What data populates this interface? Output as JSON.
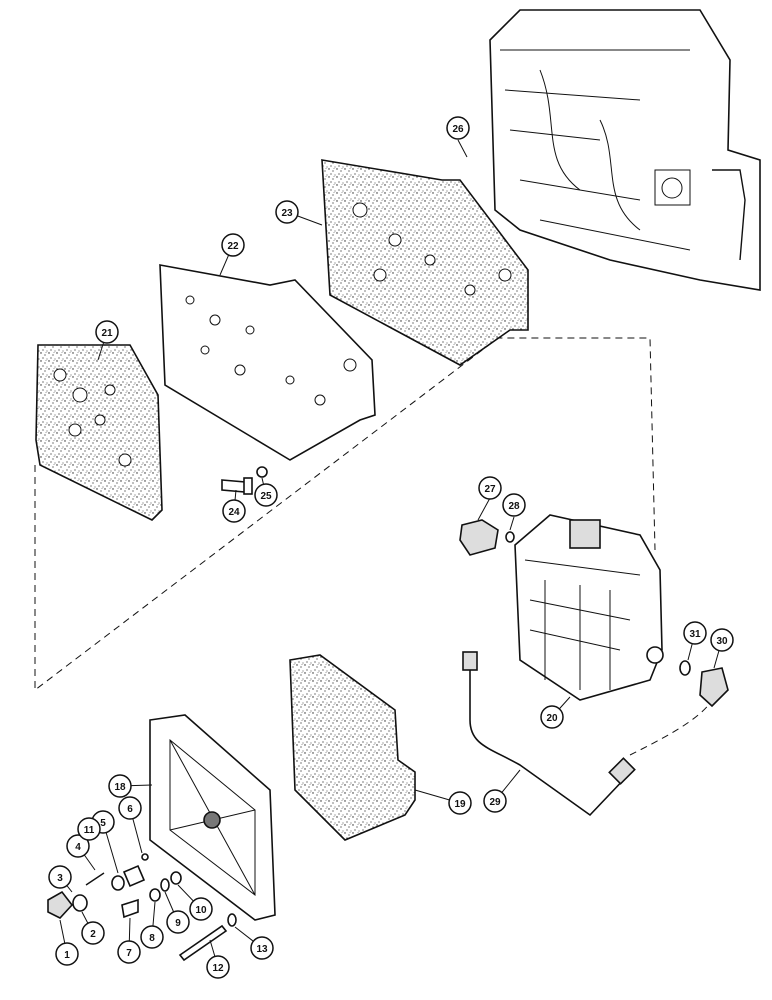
{
  "diagram": {
    "type": "exploded-parts-view",
    "callouts": [
      {
        "id": "c1",
        "label": "1"
      },
      {
        "id": "c2",
        "label": "2"
      },
      {
        "id": "c3",
        "label": "3"
      },
      {
        "id": "c4",
        "label": "4"
      },
      {
        "id": "c5",
        "label": "5"
      },
      {
        "id": "c6",
        "label": "6"
      },
      {
        "id": "c7",
        "label": "7"
      },
      {
        "id": "c8",
        "label": "8"
      },
      {
        "id": "c9",
        "label": "9"
      },
      {
        "id": "c10",
        "label": "10"
      },
      {
        "id": "c11",
        "label": "11"
      },
      {
        "id": "c12",
        "label": "12"
      },
      {
        "id": "c13",
        "label": "13"
      },
      {
        "id": "c18",
        "label": "18"
      },
      {
        "id": "c19",
        "label": "19"
      },
      {
        "id": "c20",
        "label": "20"
      },
      {
        "id": "c21",
        "label": "21"
      },
      {
        "id": "c22",
        "label": "22"
      },
      {
        "id": "c23",
        "label": "23"
      },
      {
        "id": "c24",
        "label": "24"
      },
      {
        "id": "c25",
        "label": "25"
      },
      {
        "id": "c26",
        "label": "26"
      },
      {
        "id": "c27",
        "label": "27"
      },
      {
        "id": "c28",
        "label": "28"
      },
      {
        "id": "c29",
        "label": "29"
      },
      {
        "id": "c30",
        "label": "30"
      },
      {
        "id": "c31",
        "label": "31"
      }
    ]
  }
}
